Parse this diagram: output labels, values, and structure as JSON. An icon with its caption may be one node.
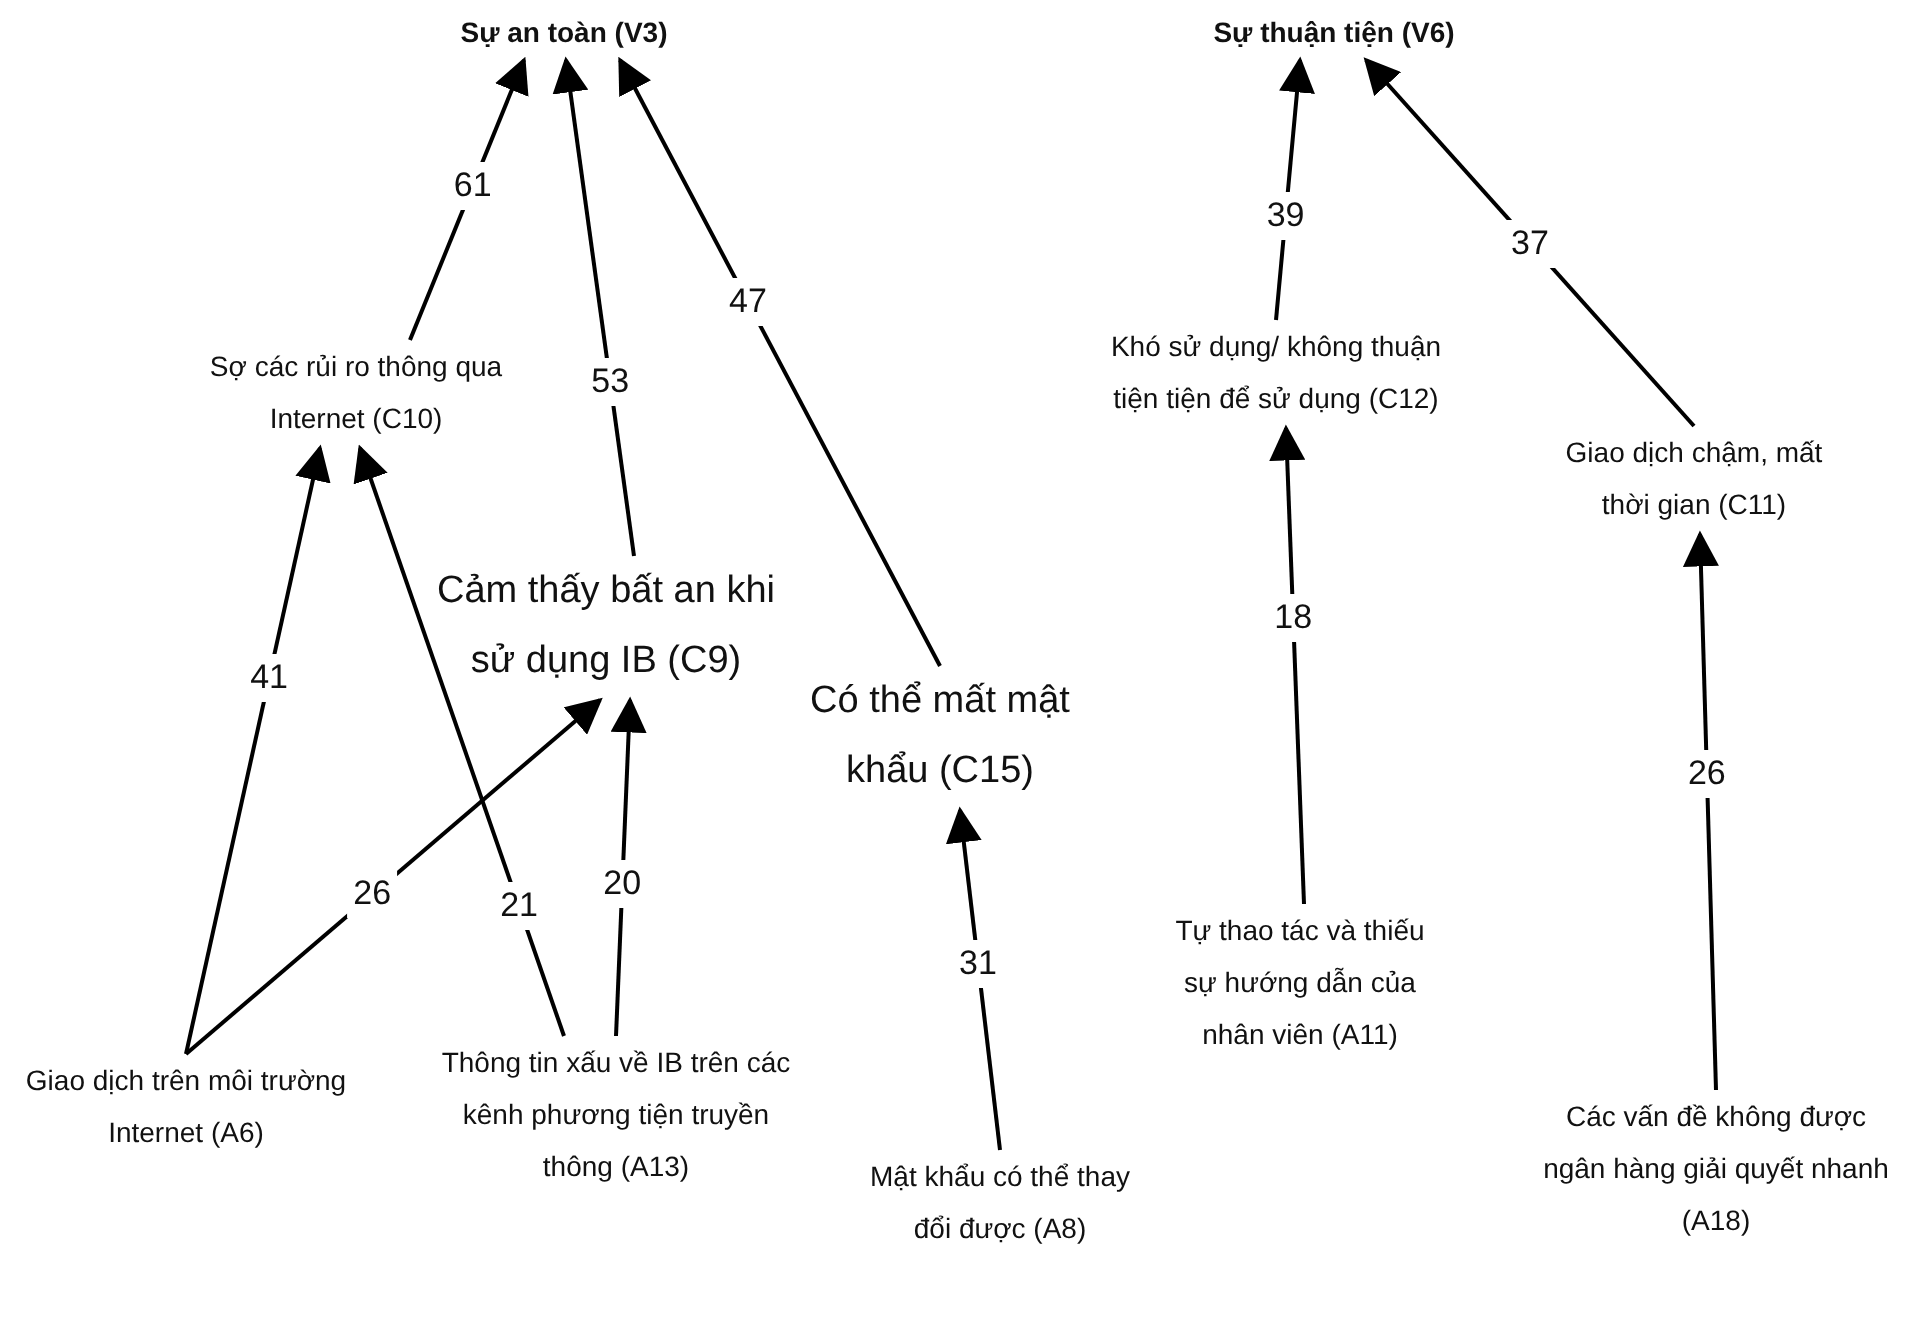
{
  "diagram": {
    "nodes": [
      {
        "text": [
          "Sự an toàn (V3)"
        ]
      },
      {
        "text": [
          "Sự thuận tiện (V6)"
        ]
      },
      {
        "text": [
          "Sợ các rủi ro thông qua Internet (C10)"
        ]
      },
      {
        "text": [
          "Cảm thấy bất an khi sử dụng IB (C9)"
        ]
      },
      {
        "text": [
          "Có thể mất mật khẩu (C15)"
        ]
      },
      {
        "text": [
          "Khó sử dụng/ không thuận tiện tiện để sử dụng (C12)"
        ]
      },
      {
        "text": [
          "Giao dịch chậm, mất thời gian (C11)"
        ]
      },
      {
        "text": [
          "Giao dịch trên môi trường Internet (A6)"
        ]
      },
      {
        "text": [
          "Thông tin xấu về IB trên các kênh phương tiện truyền thông (A13)"
        ]
      },
      {
        "text": [
          "Mật khẩu có thể thay đổi được (A8)"
        ]
      },
      {
        "text": [
          "Tự thao tác và thiếu sự hướng dẫn của nhân viên (A11)"
        ]
      },
      {
        "text": [
          "Các vấn đề không được ngân hàng giải quyết nhanh (A18)"
        ]
      }
    ],
    "edges": [
      {
        "from": 2,
        "to": 0,
        "arrow": "to",
        "label": "61"
      },
      {
        "from": 3,
        "to": 0,
        "arrow": "to",
        "label": "53"
      },
      {
        "from": 4,
        "to": 0,
        "arrow": "to",
        "label": "47"
      },
      {
        "from": 5,
        "to": 1,
        "arrow": "to",
        "label": "39"
      },
      {
        "from": 6,
        "to": 1,
        "arrow": "to",
        "label": "37"
      },
      {
        "from": 7,
        "to": 2,
        "arrow": "to",
        "label": "41"
      },
      {
        "from": 7,
        "to": 3,
        "arrow": "to",
        "label": "26"
      },
      {
        "from": 8,
        "to": 2,
        "arrow": "to",
        "label": "21"
      },
      {
        "from": 8,
        "to": 3,
        "arrow": "to",
        "label": "20"
      },
      {
        "from": 9,
        "to": 4,
        "arrow": "to",
        "label": "31"
      },
      {
        "from": 10,
        "to": 5,
        "arrow": "to",
        "label": "18"
      },
      {
        "from": 11,
        "to": 6,
        "arrow": "to",
        "label": "26"
      }
    ]
  }
}
